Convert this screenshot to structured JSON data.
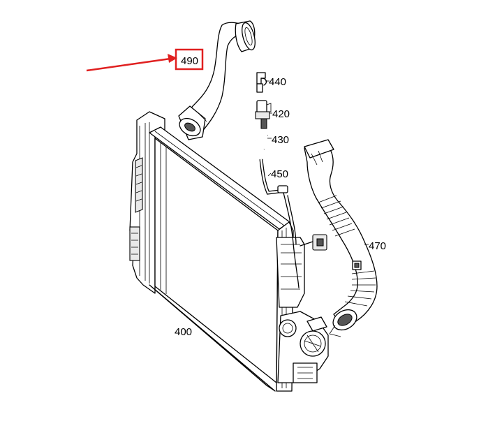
{
  "labels": {
    "p400": "400",
    "p420": "420",
    "p430": "430",
    "p440": "440",
    "p450": "450",
    "p470": "470",
    "p490": "490"
  },
  "highlight": {
    "color": "#e02020",
    "target": "490"
  }
}
